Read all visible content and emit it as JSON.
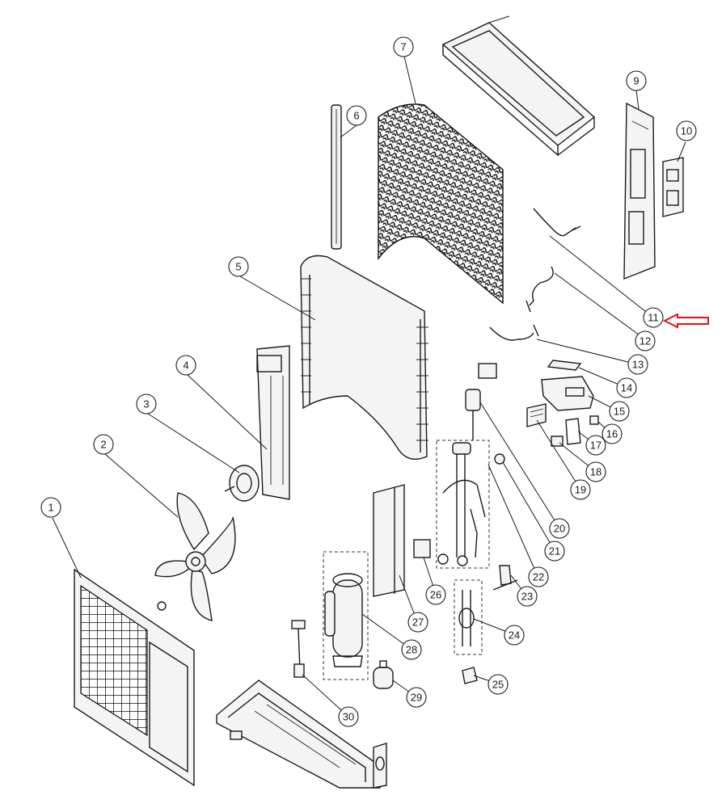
{
  "callouts": [
    {
      "label": "1"
    },
    {
      "label": "2"
    },
    {
      "label": "3"
    },
    {
      "label": "4"
    },
    {
      "label": "5"
    },
    {
      "label": "6"
    },
    {
      "label": "7"
    },
    {
      "label": "9"
    },
    {
      "label": "10"
    },
    {
      "label": "11"
    },
    {
      "label": "12"
    },
    {
      "label": "13"
    },
    {
      "label": "14"
    },
    {
      "label": "15"
    },
    {
      "label": "16"
    },
    {
      "label": "17"
    },
    {
      "label": "18"
    },
    {
      "label": "19"
    },
    {
      "label": "20"
    },
    {
      "label": "21"
    },
    {
      "label": "22"
    },
    {
      "label": "23"
    },
    {
      "label": "24"
    },
    {
      "label": "25"
    },
    {
      "label": "26"
    },
    {
      "label": "27"
    },
    {
      "label": "28"
    },
    {
      "label": "29"
    },
    {
      "label": "30"
    }
  ],
  "highlight": {
    "label": "11",
    "arrow_color": "#e0121a"
  }
}
